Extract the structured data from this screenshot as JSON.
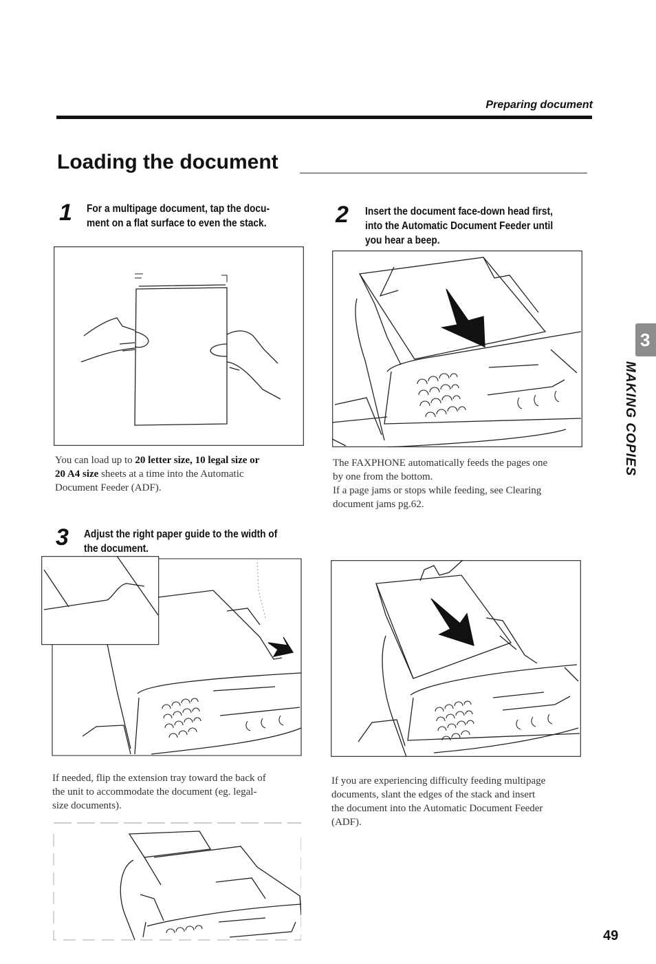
{
  "header": {
    "section_title": "Preparing document"
  },
  "page": {
    "heading": "Loading the document",
    "page_number": "49"
  },
  "side_tab": {
    "chapter_number": "3",
    "chapter_label": "MAKING COPIES"
  },
  "steps": [
    {
      "number": "1",
      "lines": [
        "For a multipage document, tap the docu-",
        "ment on a flat surface to even the stack."
      ],
      "text_lines": [
        "You can load up to |20 letter size, 10 legal size or|",
        "|20 A4 size| sheets at a time into the Automatic",
        "Document Feeder (ADF)."
      ]
    },
    {
      "number": "2",
      "lines": [
        "Insert the document face-down head first,",
        "into the Automatic Document Feeder until",
        "you hear a beep."
      ],
      "text_lines": [
        "The FAXPHONE automatically feeds the pages one",
        "by one from the bottom.",
        "If a page jams or stops while feeding, see Clearing",
        "document jams pg.62."
      ]
    },
    {
      "number": "3",
      "lines": [
        "Adjust the right paper guide to the width of",
        "the document."
      ],
      "text_lines": [
        "If needed, flip the extension tray toward the back of",
        "the unit to accommodate the document (eg. legal-",
        "size documents)."
      ]
    }
  ],
  "extra": {
    "text_lines": [
      "If you are experiencing difficulty feeding multipage",
      "documents, slant the edges of the stack and insert",
      "the document into the Automatic Document Feeder",
      "(ADF)."
    ]
  },
  "illustrations": [
    {
      "name": "hands-tapping-stack",
      "icon": "hands-paper-stack-icon"
    },
    {
      "name": "fax-insert-document",
      "icon": "fax-machine-icon"
    },
    {
      "name": "fax-paper-guide",
      "icon": "fax-machine-icon"
    },
    {
      "name": "fax-slanted-stack",
      "icon": "fax-machine-icon"
    },
    {
      "name": "fax-extension-tray",
      "icon": "fax-machine-icon"
    }
  ]
}
